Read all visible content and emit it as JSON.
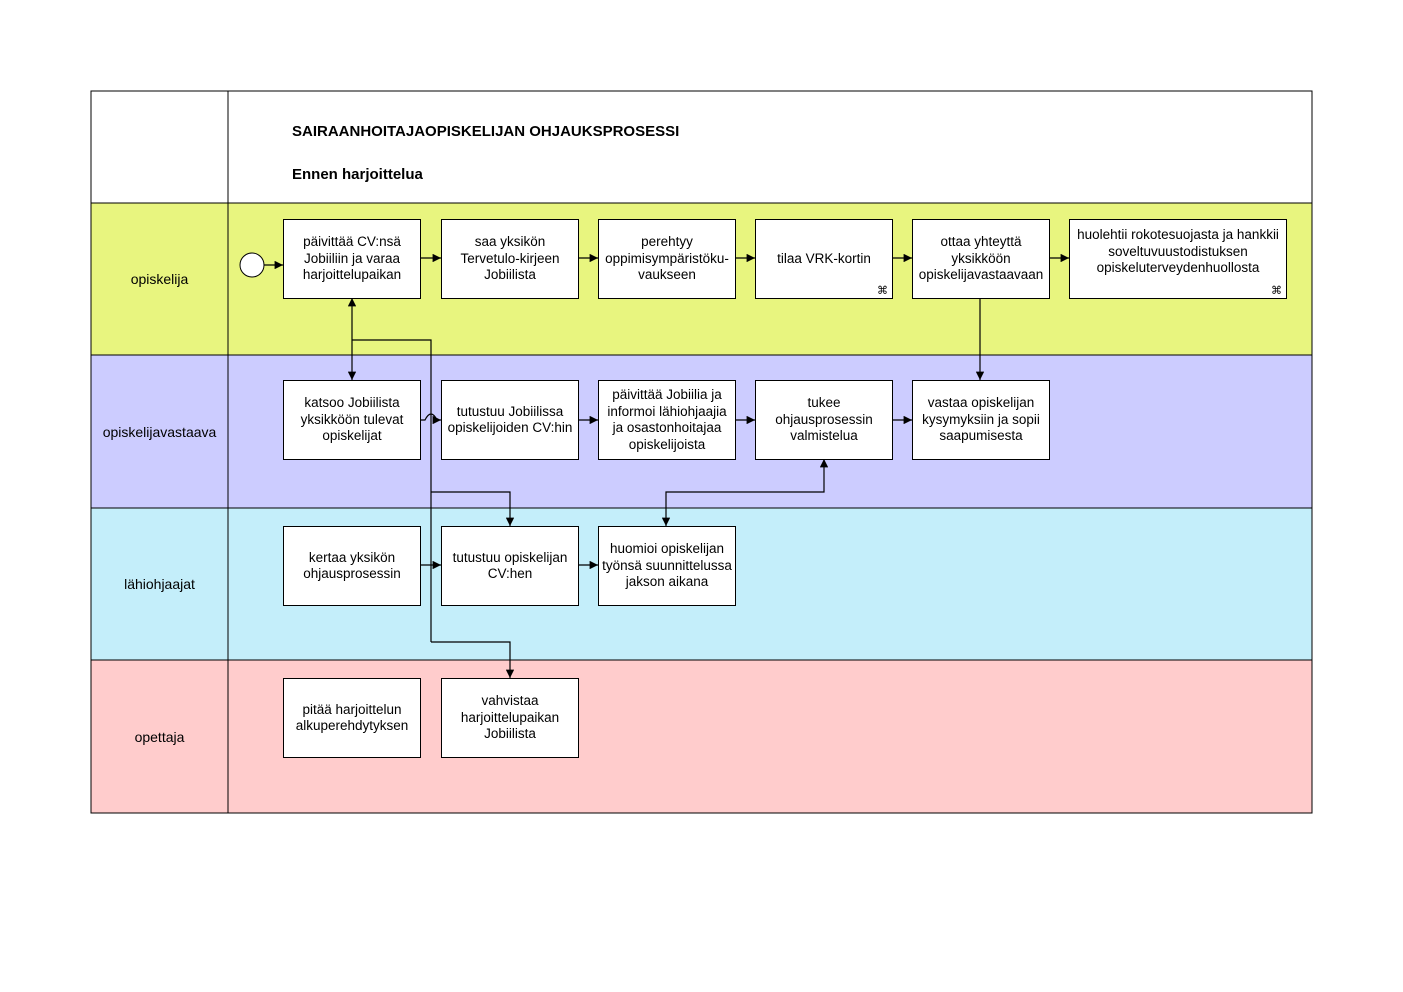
{
  "header": {
    "title": "SAIRAANHOITAJAOPISKELIJAN OHJAUKSPROSESSI",
    "subtitle": "Ennen harjoittelua"
  },
  "colors": {
    "opiskelija": "#e8f57f",
    "opiskelijavastaava": "#ccccff",
    "lahiohjaajat": "#c4eefa",
    "opettaja": "#ffcccc"
  },
  "lanes": [
    {
      "id": "opiskelija",
      "label": "opiskelija"
    },
    {
      "id": "opiskelijavastaava",
      "label": "opiskelijavastaava"
    },
    {
      "id": "lahiohjaajat",
      "label": "lähiohjaajat"
    },
    {
      "id": "opettaja",
      "label": "opettaja"
    }
  ],
  "start_event": {
    "icon": "start-event-circle-icon"
  },
  "tasks": [
    {
      "id": "t1",
      "lane": "opiskelija",
      "text": "päivittää CV:nsä Jobiiliin ja varaa harjoittelupaikan"
    },
    {
      "id": "t2",
      "lane": "opiskelija",
      "text": "saa yksikön Tervetulo-kirjeen Jobiilista"
    },
    {
      "id": "t3",
      "lane": "opiskelija",
      "text": "perehtyy oppimisympäristöku-vaukseen"
    },
    {
      "id": "t4",
      "lane": "opiskelija",
      "text": "tilaa VRK-kortin",
      "marker": "⌘",
      "marker_icon": "subprocess-marker-icon"
    },
    {
      "id": "t5",
      "lane": "opiskelija",
      "text": "ottaa yhteyttä yksikköön opiskelijavastaavaan"
    },
    {
      "id": "t6",
      "lane": "opiskelija",
      "text": "huolehtii rokotesuojasta ja hankkii soveltuvuustodistuksen opiskeluterveydenhuollosta",
      "marker": "⌘",
      "marker_icon": "subprocess-marker-icon"
    },
    {
      "id": "t7",
      "lane": "opiskelijavastaava",
      "text": "katsoo Jobiilista yksikköön tulevat opiskelijat"
    },
    {
      "id": "t8",
      "lane": "opiskelijavastaava",
      "text": "tutustuu Jobiilissa opiskelijoiden CV:hin"
    },
    {
      "id": "t9",
      "lane": "opiskelijavastaava",
      "text": "päivittää Jobiilia ja informoi lähiohjaajia ja osastonhoitajaa opiskelijoista"
    },
    {
      "id": "t10",
      "lane": "opiskelijavastaava",
      "text": "tukee ohjausprosessin valmistelua"
    },
    {
      "id": "t11",
      "lane": "opiskelijavastaava",
      "text": "vastaa opiskelijan kysymyksiin ja sopii saapumisesta"
    },
    {
      "id": "t12",
      "lane": "lahiohjaajat",
      "text": "kertaa yksikön ohjausprosessin"
    },
    {
      "id": "t13",
      "lane": "lahiohjaajat",
      "text": "tutustuu opiskelijan CV:hen"
    },
    {
      "id": "t14",
      "lane": "lahiohjaajat",
      "text": "huomioi opiskelijan työnsä suunnittelussa jakson aikana"
    },
    {
      "id": "t15",
      "lane": "opettaja",
      "text": "pitää harjoittelun alkuperehdytyksen"
    },
    {
      "id": "t16",
      "lane": "opettaja",
      "text": "vahvistaa harjoittelupaikan Jobiilista"
    }
  ]
}
